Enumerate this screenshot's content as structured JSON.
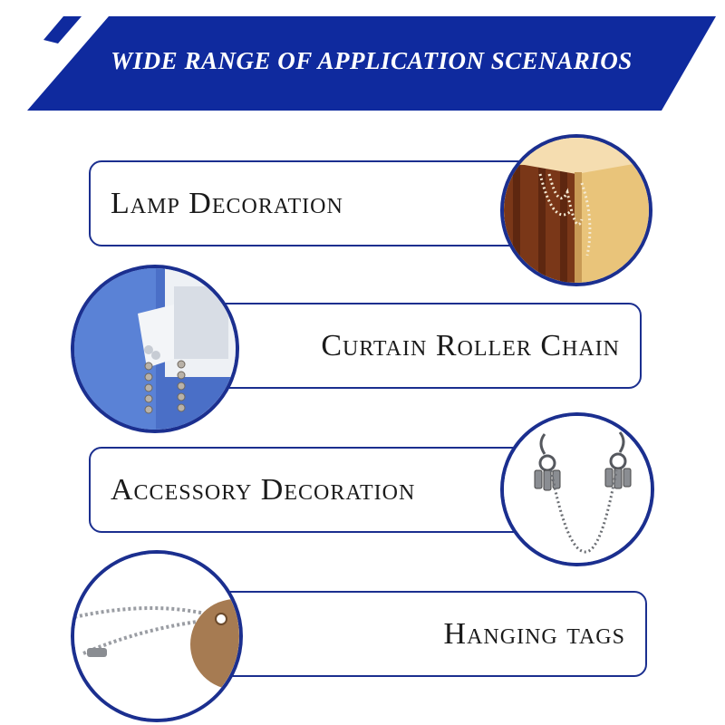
{
  "banner": {
    "title": "WIDE RANGE OF APPLICATION SCENARIOS",
    "color": "#0f2a9e"
  },
  "accent_color": "#1b2f8f",
  "items": [
    {
      "label": "Lamp Decoration",
      "photo": "lamp-with-bead-chain"
    },
    {
      "label": "Curtain Roller Chain",
      "photo": "roller-blind-bead-chain"
    },
    {
      "label": "Accessory Decoration",
      "photo": "keychain-bead-chain"
    },
    {
      "label": "Hanging tags",
      "photo": "tag-bead-chain"
    }
  ]
}
